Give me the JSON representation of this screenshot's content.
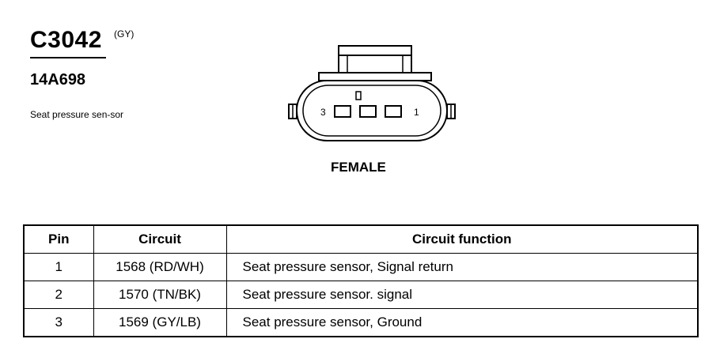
{
  "header": {
    "connector_id": "C3042",
    "color_code": "(GY)",
    "part_number": "14A698",
    "description": "Seat pressure sen-sor"
  },
  "connector": {
    "pin_left_label": "3",
    "pin_right_label": "1",
    "view_label": "FEMALE"
  },
  "table": {
    "headers": [
      "Pin",
      "Circuit",
      "Circuit function"
    ],
    "rows": [
      {
        "pin": "1",
        "circuit": "1568 (RD/WH)",
        "function": "Seat pressure sensor, Signal return"
      },
      {
        "pin": "2",
        "circuit": "1570 (TN/BK)",
        "function": "Seat pressure sensor. signal"
      },
      {
        "pin": "3",
        "circuit": "1569 (GY/LB)",
        "function": "Seat pressure sensor, Ground"
      }
    ]
  }
}
